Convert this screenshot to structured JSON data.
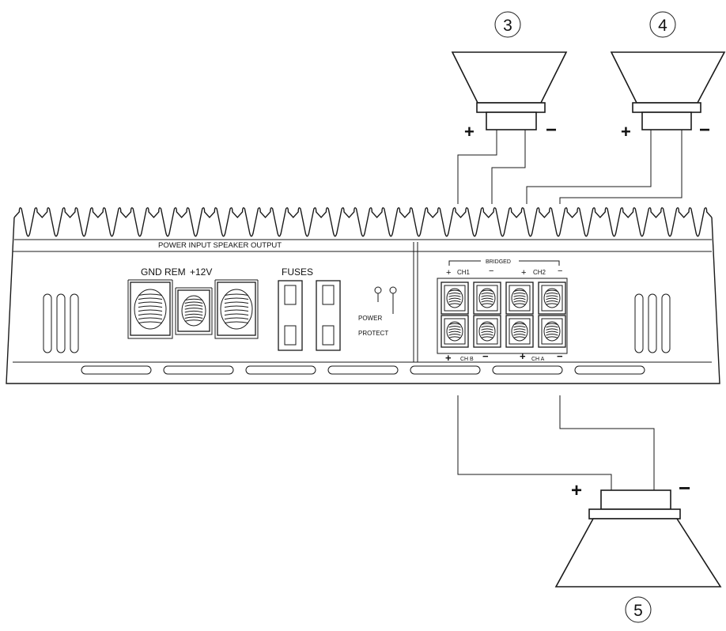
{
  "amp": {
    "section_header": "POWER  INPUT SPEAKER  OUTPUT",
    "power_terminal_labels": [
      "GND",
      "REM",
      "+12V"
    ],
    "fuses_label": "FUSES",
    "led_labels": [
      "POWER",
      "PROTECT"
    ],
    "bridged_label": "BRIDGED",
    "ch1_label": "CH1",
    "ch2_label": "CH2",
    "chb_label": "CH B",
    "cha_label": "CH A",
    "plus": "+",
    "minus": "−"
  },
  "speakers": [
    {
      "number": "3",
      "plus": "+",
      "minus": "−"
    },
    {
      "number": "4",
      "plus": "+",
      "minus": "−"
    },
    {
      "number": "5",
      "plus": "+",
      "minus": "−"
    }
  ]
}
